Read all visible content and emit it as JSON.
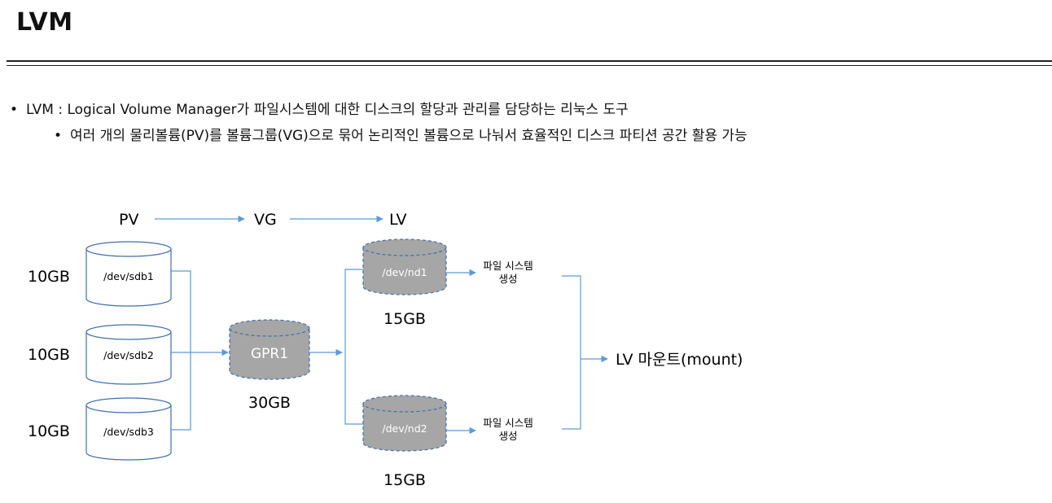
{
  "title": "LVM",
  "bullets": [
    "LVM : Logical Volume Manager가 파일시스템에 대한 디스크의 할당과 관리를 담당하는 리눅스 도구",
    "여러 개의 물리볼륨(PV)를 볼륨그룹(VG)으로 묶어 논리적인 볼륨으로 나눠서 효율적인 디스크 파티션 공간 활용 가능"
  ],
  "bullet_marker": "•",
  "stages": {
    "pv": "PV",
    "vg": "VG",
    "lv": "LV"
  },
  "pvs": [
    {
      "size": "10GB",
      "device": "/dev/sdb1"
    },
    {
      "size": "10GB",
      "device": "/dev/sdb2"
    },
    {
      "size": "10GB",
      "device": "/dev/sdb3"
    }
  ],
  "vg": {
    "name": "GPR1",
    "size": "30GB"
  },
  "lvs": [
    {
      "device": "/dev/nd1",
      "size": "15GB",
      "fs_line1": "파일 시스템",
      "fs_line2": "생성"
    },
    {
      "device": "/dev/nd2",
      "size": "15GB",
      "fs_line1": "파일 시스템",
      "fs_line2": "생성"
    }
  ],
  "mount_label": "LV 마운트(mount)",
  "colors": {
    "arrow": "#5b9bd5",
    "disk_fill_lv": "#a6a6a6",
    "disk_border_lv": "#3f6fa8",
    "disk_border_pv": "#3f6fa8"
  }
}
